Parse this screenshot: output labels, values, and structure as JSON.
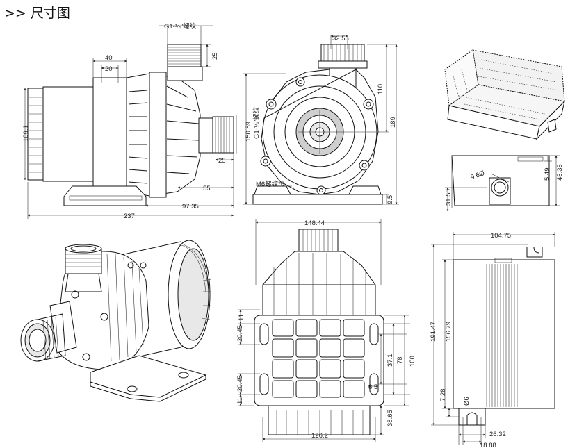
{
  "title": ">> 尺寸图",
  "side_view": {
    "thread_top": "G1-¼\"螺纹",
    "thread_side": "G1-¼\"螺纹",
    "d_40": "40",
    "d_20": "20",
    "d_25_top": "25",
    "d_25_side": "25",
    "d_109_1": "109.1",
    "d_55": "55",
    "d_97_35": "97.35",
    "d_237": "237"
  },
  "front_view": {
    "d_32_56": "32.56",
    "d_110": "110",
    "d_189": "189",
    "d_150_89": "150.89",
    "bolt_note": "M6螺纹*6",
    "d_9_5": "9.5"
  },
  "sensor_view": {
    "hole_note": "9 6Ø",
    "d_5_49": "5.49",
    "d_45_35": "45.35",
    "d_31_55": "31.55"
  },
  "back_view": {
    "d_148_44": "148.44",
    "d_11_top": "11",
    "d_20_45_top": "20.45",
    "d_37_1": "37.1",
    "d_78": "78",
    "d_100": "100",
    "d_20_45_bot": "20.45",
    "d_11_bot": "11",
    "d_8_5": "8.5",
    "d_38_65": "38.65",
    "d_126_2": "126.2"
  },
  "top_view": {
    "d_104_75": "104.75",
    "d_156_79": "156.79",
    "d_191_47": "191.47",
    "d_7_28": "7.28",
    "d_phi6": "Ø6",
    "d_26_32": "26.32",
    "d_18_88": "18.88"
  }
}
